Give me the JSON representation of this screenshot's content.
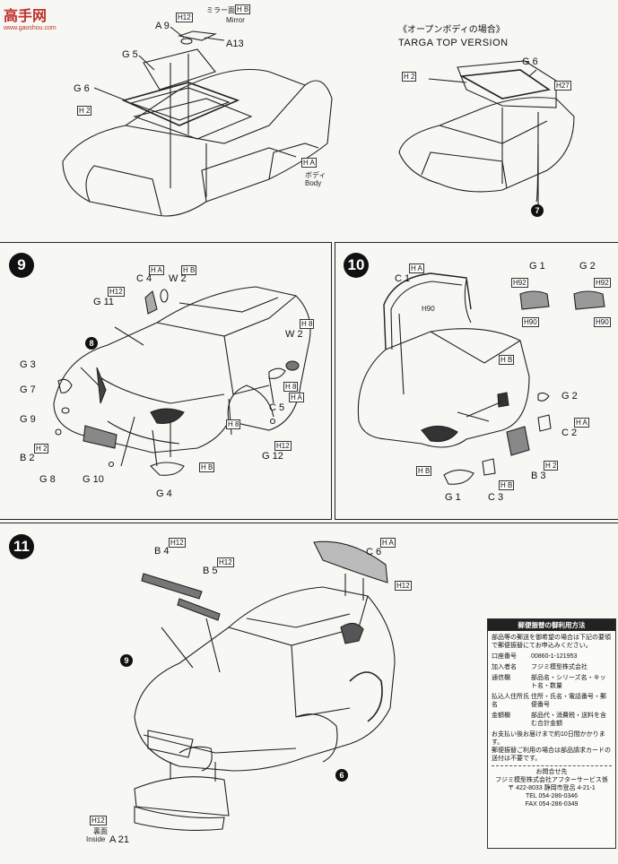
{
  "watermark": {
    "main": "高手网",
    "sub": "www.gaoshou.com"
  },
  "top": {
    "callouts": {
      "a9": "A 9",
      "a13": "A13",
      "g5": "G 5",
      "g6": "G 6",
      "g6b": "G 6",
      "mirror_jp": "ミラー面",
      "mirror_en": "Mirror",
      "body_jp": "ボディ",
      "body_en": "Body"
    },
    "tags": {
      "h12": "H12",
      "hb": "H B",
      "h2": "H 2",
      "ha": "H A",
      "h2b": "H 2",
      "h27": "H27"
    },
    "targa_jp": "《オープンボディの場合》",
    "targa_en": "TARGA TOP VERSION",
    "ref7": "7"
  },
  "step9": {
    "num": "9",
    "ref8": "8",
    "callouts": {
      "c4": "C 4",
      "w2": "W 2",
      "g11": "G 11",
      "w2b": "W 2",
      "g3": "G 3",
      "g7": "G 7",
      "g9": "G 9",
      "b2": "B 2",
      "g8": "G 8",
      "g10": "G 10",
      "g4": "G 4",
      "c5": "C 5",
      "g12": "G 12"
    },
    "tags": {
      "ha": "H A",
      "hb": "H B",
      "h12": "H12",
      "h8": "H 8",
      "h8b": "H 8",
      "h2": "H 2",
      "ha2": "H A",
      "h8c": "H 8",
      "h12b": "H12",
      "hb2": "H B"
    }
  },
  "step10": {
    "num": "10",
    "callouts": {
      "c1": "C 1",
      "g1t": "G 1",
      "g2t": "G 2",
      "g2": "G 2",
      "c2": "C 2",
      "b3": "B 3",
      "g1": "G 1",
      "c3": "C 3"
    },
    "tags": {
      "ha": "H A",
      "h90": "H90",
      "h92": "H92",
      "h90b": "H90",
      "h92b": "H92",
      "h90c": "H90",
      "hb": "H B",
      "ha2": "H A",
      "h2": "H 2",
      "hb2": "H B",
      "hb3": "H B"
    }
  },
  "step11": {
    "num": "11",
    "ref9": "9",
    "ref6": "6",
    "callouts": {
      "b4": "B 4",
      "b5": "B 5",
      "c6": "C 6",
      "a21": "A 21",
      "inside_jp": "裏面",
      "inside_en": "Inside"
    },
    "tags": {
      "h12": "H12",
      "h12b": "H12",
      "ha": "H A",
      "h12c": "H12",
      "h12d": "H12"
    }
  },
  "infobox": {
    "title": "郵便振替の御利用方法",
    "intro": "部品等の郵送を御希望の場合は下記の要領で郵便振替にてお申込みください。",
    "rows": [
      {
        "k": "口座番号",
        "v": "00860-1-121953"
      },
      {
        "k": "加入者名",
        "v": "フジミ模型株式会社"
      },
      {
        "k": "通信欄",
        "v": "部品名・シリーズ名・キット名・数量"
      },
      {
        "k": "払込人住所氏名",
        "v": "住所・氏名・電話番号・郵便番号"
      },
      {
        "k": "金額欄",
        "v": "部品代・消費税・送料を含む合計金額"
      }
    ],
    "note1": "お支払い後お届けまで約10日間かかります。",
    "note2": "郵便振替ご利用の場合は部品請求カードの送付は不要です。",
    "contact_title": "お問合せ先",
    "company": "フジミ模型株式会社アフターサービス係",
    "address": "〒 422-8033  静岡市登呂 4-21-1",
    "tel": "TEL  054-286-0346",
    "fax": "FAX  054-286-0349"
  }
}
